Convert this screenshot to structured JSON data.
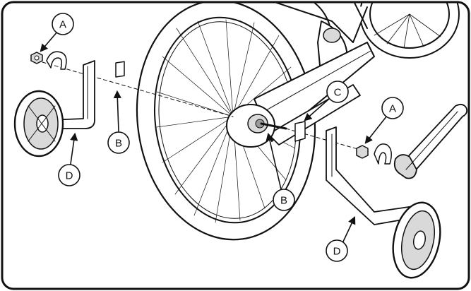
{
  "labels": {
    "a_top_left": "A",
    "b_bracket": "B",
    "d_left_wheel": "D",
    "c_washer": "C",
    "a_right": "A",
    "b_axle": "B",
    "d_right_wheel": "D"
  },
  "colors": {
    "line": "#111111",
    "frame": "#111111",
    "fill_light": "#d9d9d9",
    "fill_dark": "#9a9a9a",
    "background": "#ffffff"
  },
  "icons": [
    "nut-icon",
    "wrench-icon",
    "wheel-icon"
  ]
}
